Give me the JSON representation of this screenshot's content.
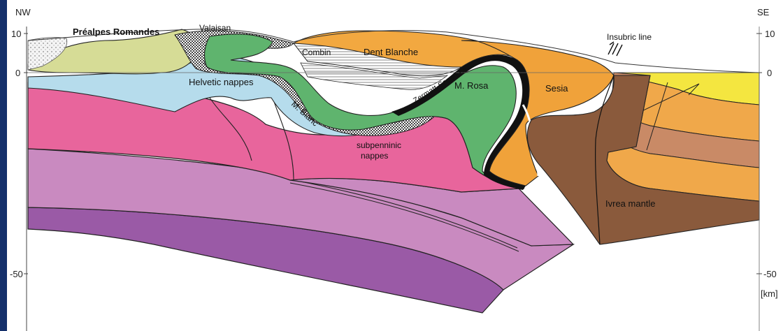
{
  "orientation": {
    "left": "NW",
    "right": "SE"
  },
  "depth_axis": {
    "ticks": [
      {
        "value": 10,
        "label": "10"
      },
      {
        "value": 0,
        "label": "0"
      },
      {
        "value": -50,
        "label": "-50"
      }
    ],
    "unit": "[km]"
  },
  "labels": {
    "prealpes": "Préalpes Romandes",
    "valaisan": "Valaisan",
    "combin": "Combin",
    "dent_blanche": "Dent Blanche",
    "insubric": "Insubric line",
    "helvetic": "Helvetic nappes",
    "zermatt": "Zermatt-Saas Fee",
    "m_rosa": "M. Rosa",
    "sesia": "Sesia",
    "m_blanc": "M. Blanc",
    "subpenninic": "subpenninic\nnappes",
    "subpenninic_l1": "subpenninic",
    "subpenninic_l2": "nappes",
    "ivrea": "Ivrea mantle"
  },
  "colors": {
    "frame": "#15306b",
    "prealpes": "#d6dc96",
    "helvetic": "#b6dcec",
    "penninic_green": "#5fb46e",
    "dent_blanche": "#f2a840",
    "sesia": "#f0a23a",
    "subpenninic": "#e8659c",
    "lower_crust": "#c98ac0",
    "mantle_purple": "#9a5aa6",
    "ivrea": "#8a5a3c",
    "adria_yellow": "#f4e640",
    "adria_orange": "#f0a84a",
    "adria_tan": "#c98a66",
    "zermatt_black": "#111111"
  }
}
